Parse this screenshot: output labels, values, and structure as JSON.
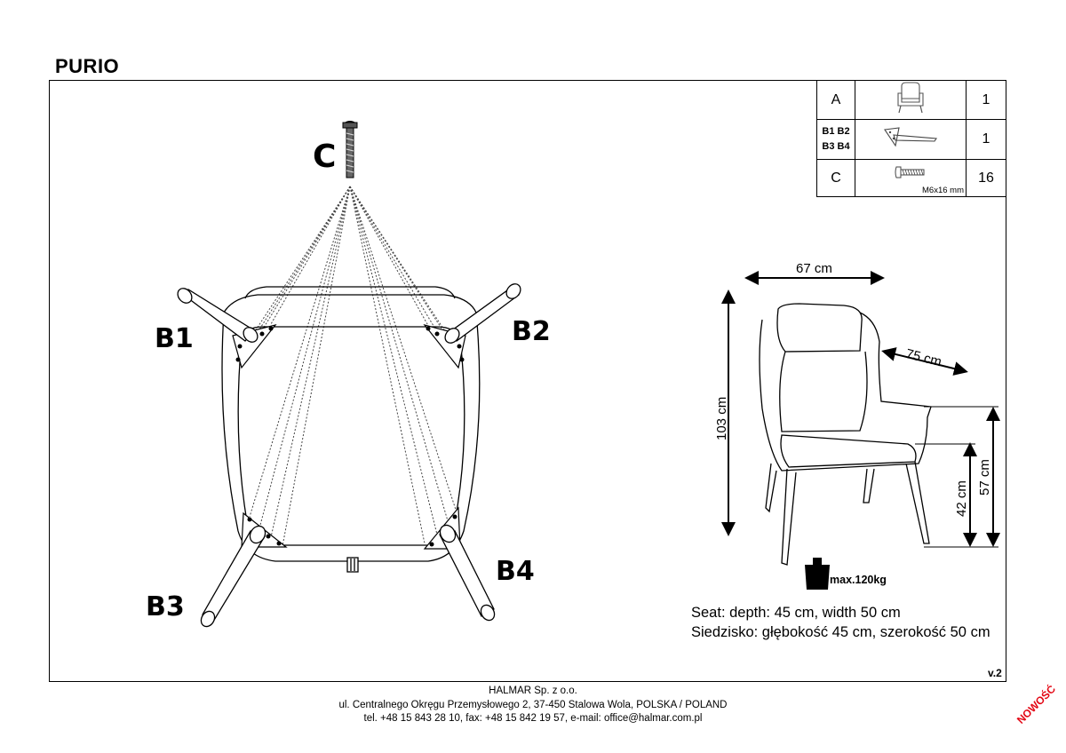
{
  "header": {
    "title": "PURIO"
  },
  "parts": [
    {
      "id": "A",
      "qty": "1",
      "icon": "armchair-icon"
    },
    {
      "id_line1": "B1 B2",
      "id_line2": "B3 B4",
      "qty": "1",
      "icon": "leg-icon"
    },
    {
      "id": "C",
      "qty": "16",
      "spec": "M6x16 mm",
      "icon": "screw-icon"
    }
  ],
  "assembly": {
    "screw_label": "C",
    "legs": [
      "B1",
      "B2",
      "B3",
      "B4"
    ]
  },
  "dimensions": {
    "width": "67 cm",
    "depth": "75 cm",
    "height": "103 cm",
    "armrest_height": "57 cm",
    "seat_height": "42 cm"
  },
  "max_load": "max.120kg",
  "seat_info": {
    "en": "Seat: depth: 45 cm, width 50 cm",
    "pl": "Siedzisko: głębokość 45 cm, szerokość 50 cm"
  },
  "version": "v.2",
  "footer": {
    "line1": "HALMAR Sp. z o.o.",
    "line2": "ul. Centralnego Okręgu Przemysłowego 2, 37-450 Stalowa Wola, POLSKA / POLAND",
    "line3": "tel. +48 15 843 28 10, fax: +48 15 842 19 57, e-mail: office@halmar.com.pl"
  },
  "badge": "NOWOŚĆ"
}
